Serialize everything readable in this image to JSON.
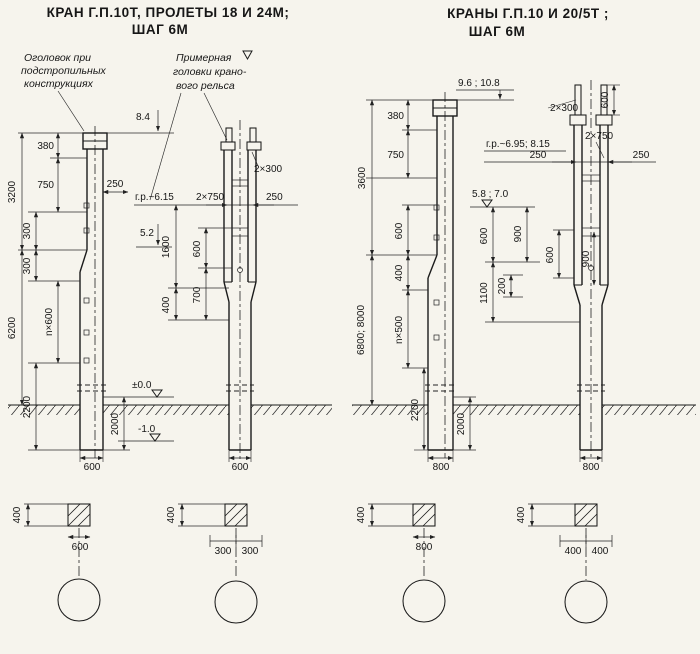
{
  "left": {
    "title_line1": "КРАН Г.П.10Т, ПРОЛЕТЫ 18 И 24М;",
    "title_line2": "ШАГ 6М",
    "note_head": [
      "Оголовок при",
      "подстропильных",
      "конструкциях"
    ],
    "note_rail": [
      "Примерная",
      "головки крано-",
      "вого рельса"
    ],
    "elev_top": "8.4",
    "d380": "380",
    "d750": "750",
    "d250a": "250",
    "d3200": "3200",
    "d300a": "300",
    "d300b": "300",
    "rail_level": "г.р.~6.15",
    "d2x750": "2×750",
    "d250b": "250",
    "elev_rail": "5.2",
    "d1600": "1600",
    "d600a": "600",
    "d400": "400",
    "d700": "700",
    "d2x300": "2×300",
    "d6200": "6200",
    "dn600": "n×600",
    "d2200": "2200",
    "zero_level": "±0.0",
    "minus_level": "-1.0",
    "d2000": "2000",
    "base1": "600",
    "base2": "600",
    "sec1_h": "400",
    "sec1_w": "600",
    "sec2_h": "400",
    "sec2_w1": "300",
    "sec2_w2": "300"
  },
  "right": {
    "title_line1": "КРАНЫ Г.П.10 И 20/5Т ;",
    "title_line2": "ШАГ 6М",
    "elev_top": "9.6 ; 10.8",
    "d600_stub": "600",
    "d2x300": "2×300",
    "d380": "380",
    "d750": "750",
    "d3600": "3600",
    "rail_level": "г.р.~6.95; 8.15",
    "d2x750": "2×750",
    "d250a": "250",
    "d250b": "250",
    "elev_rail": "5.8 ; 7.0",
    "d600a": "600",
    "d400": "400",
    "dn500": "n×500",
    "d6800": "6800; 8000",
    "d2200": "2200",
    "d2000": "2000",
    "d600b": "600",
    "d1100": "1100",
    "d900a": "900",
    "d200": "200",
    "d600c": "600",
    "d900b": "900",
    "base1": "800",
    "base2": "800",
    "sec1_h": "400",
    "sec1_w": "800",
    "sec2_h": "400",
    "sec2_w1": "400",
    "sec2_w2": "400"
  }
}
